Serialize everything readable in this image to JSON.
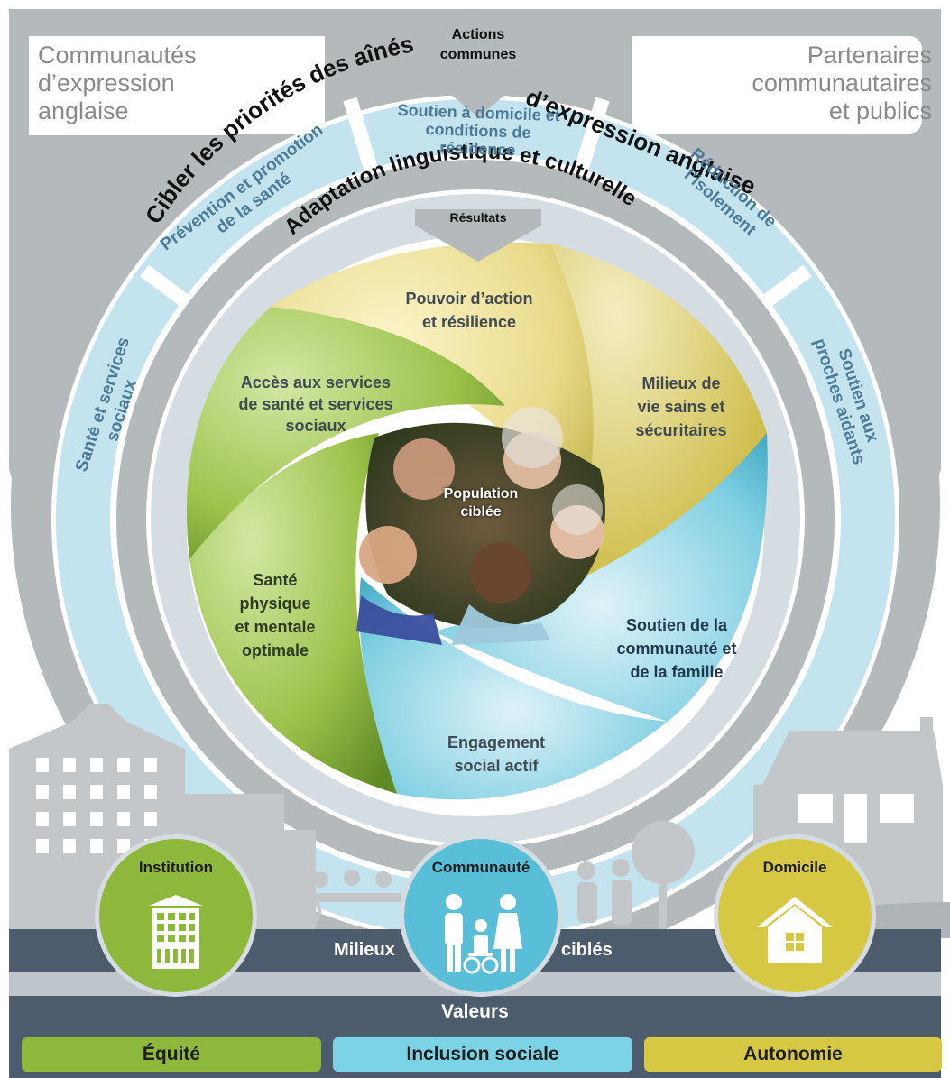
{
  "corners": {
    "left": [
      "Communautés",
      "d’expression",
      "anglaise"
    ],
    "right": [
      "Partenaires",
      "communautaires",
      "et publics"
    ]
  },
  "arrows": {
    "top_label": [
      "Actions",
      "communes"
    ],
    "results_label": "Résultats"
  },
  "arcs": {
    "outer_title_part1": "Cibler les priorités des aînés",
    "outer_title_part2": "d’expression anglaise",
    "inner_title": "Adaptation linguistique et culturelle"
  },
  "actions": [
    {
      "lines": [
        "Santé et services",
        "sociaux"
      ]
    },
    {
      "lines": [
        "Prévention et promotion",
        "de la santé"
      ]
    },
    {
      "lines": [
        "Soutien à domicile et",
        "conditions de",
        "résidence"
      ]
    },
    {
      "lines": [
        "Réduction de",
        "l’isolement"
      ]
    },
    {
      "lines": [
        "Soutien aux",
        "proches aidants"
      ]
    }
  ],
  "outcomes": {
    "pouvoir": [
      "Pouvoir d’action",
      "et résilience"
    ],
    "milieux_vie": [
      "Milieux de",
      "vie sains et",
      "sécuritaires"
    ],
    "soutien": [
      "Soutien de la",
      "communauté et",
      "de la famille"
    ],
    "engagement": [
      "Engagement",
      "social actif"
    ],
    "sante": [
      "Santé",
      "physique",
      "et mentale",
      "optimale"
    ],
    "acces": [
      "Accès aux services",
      "de santé et services",
      "sociaux"
    ]
  },
  "center": {
    "lines": [
      "Population",
      "ciblée"
    ]
  },
  "settings": {
    "institution": "Institution",
    "communaute": "Communauté",
    "domicile": "Domicile",
    "bar_left": "Milieux",
    "bar_right": "ciblés"
  },
  "values": {
    "title": "Valeurs",
    "items": [
      "Équité",
      "Inclusion sociale",
      "Autonomie"
    ]
  },
  "colors": {
    "green": "#8db83b",
    "blue": "#4fbcd6",
    "yellow": "#d6c843",
    "light_blue_band": "#c3e3ef",
    "gray_ring": "#b3b8bb",
    "dark_bar": "#4c5c6c"
  }
}
